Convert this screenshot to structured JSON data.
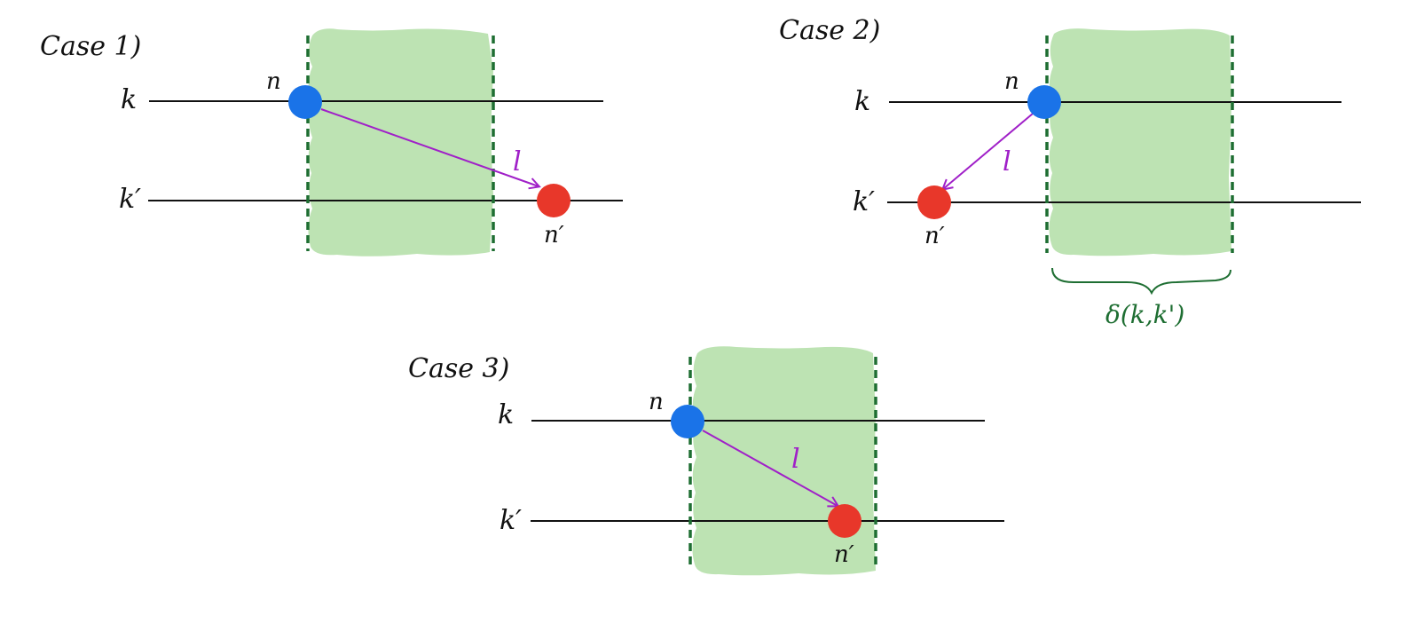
{
  "colors": {
    "band_fill": "#bde3b3",
    "dashed_boundary": "#1e6e32",
    "horizontal_line": "#111111",
    "node_n": "#1a73e8",
    "node_n_prime": "#e8372a",
    "arrow": "#a020c8",
    "brace": "#1e6e32"
  },
  "cases": [
    {
      "title": "Case 1)",
      "row_top_label": "k",
      "row_bottom_label": "k′",
      "node_start_label": "n",
      "node_end_label": "n′",
      "arrow_label": "l"
    },
    {
      "title": "Case 2)",
      "row_top_label": "k",
      "row_bottom_label": "k′",
      "node_start_label": "n",
      "node_end_label": "n′",
      "arrow_label": "l",
      "brace_label": "δ(k,k')"
    },
    {
      "title": "Case 3)",
      "row_top_label": "k",
      "row_bottom_label": "k′",
      "node_start_label": "n",
      "node_end_label": "n′",
      "arrow_label": "l"
    }
  ]
}
